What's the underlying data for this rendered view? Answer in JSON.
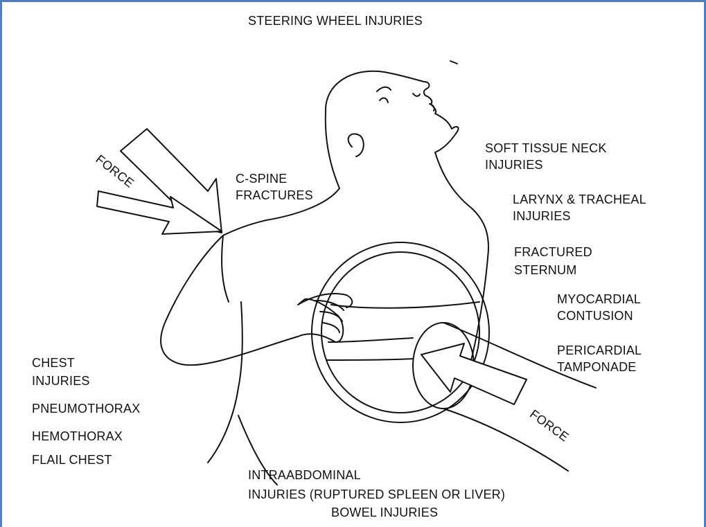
{
  "title": "STEERING WHEEL  INJURIES",
  "labels": {
    "force_top": "FORCE",
    "force_bottom": "FORCE",
    "c_spine_1": "C-SPINE",
    "c_spine_2": "FRACTURES",
    "soft_tissue_1": "SOFT TISSUE NECK",
    "soft_tissue_2": "INJURIES",
    "larynx_1": "LARYNX & TRACHEAL",
    "larynx_2": "INJURIES",
    "sternum_1": "FRACTURED",
    "sternum_2": "STERNUM",
    "myocardial_1": "MYOCARDIAL",
    "myocardial_2": "CONTUSION",
    "pericardial_1": "PERICARDIAL",
    "pericardial_2": "TAMPONADE",
    "chest_1": "CHEST",
    "chest_2": "INJURIES",
    "pneumothorax": "PNEUMOTHORAX",
    "hemothorax": "HEMOTHORAX",
    "flail_chest": "FLAIL CHEST",
    "abdominal_1": "INTRAABDOMINAL",
    "abdominal_2": "INJURIES (RUPTURED SPLEEN OR LIVER)",
    "bowel": "BOWEL INJURIES"
  },
  "colors": {
    "frame_border": "#4f7fc0",
    "ink": "#111111"
  }
}
